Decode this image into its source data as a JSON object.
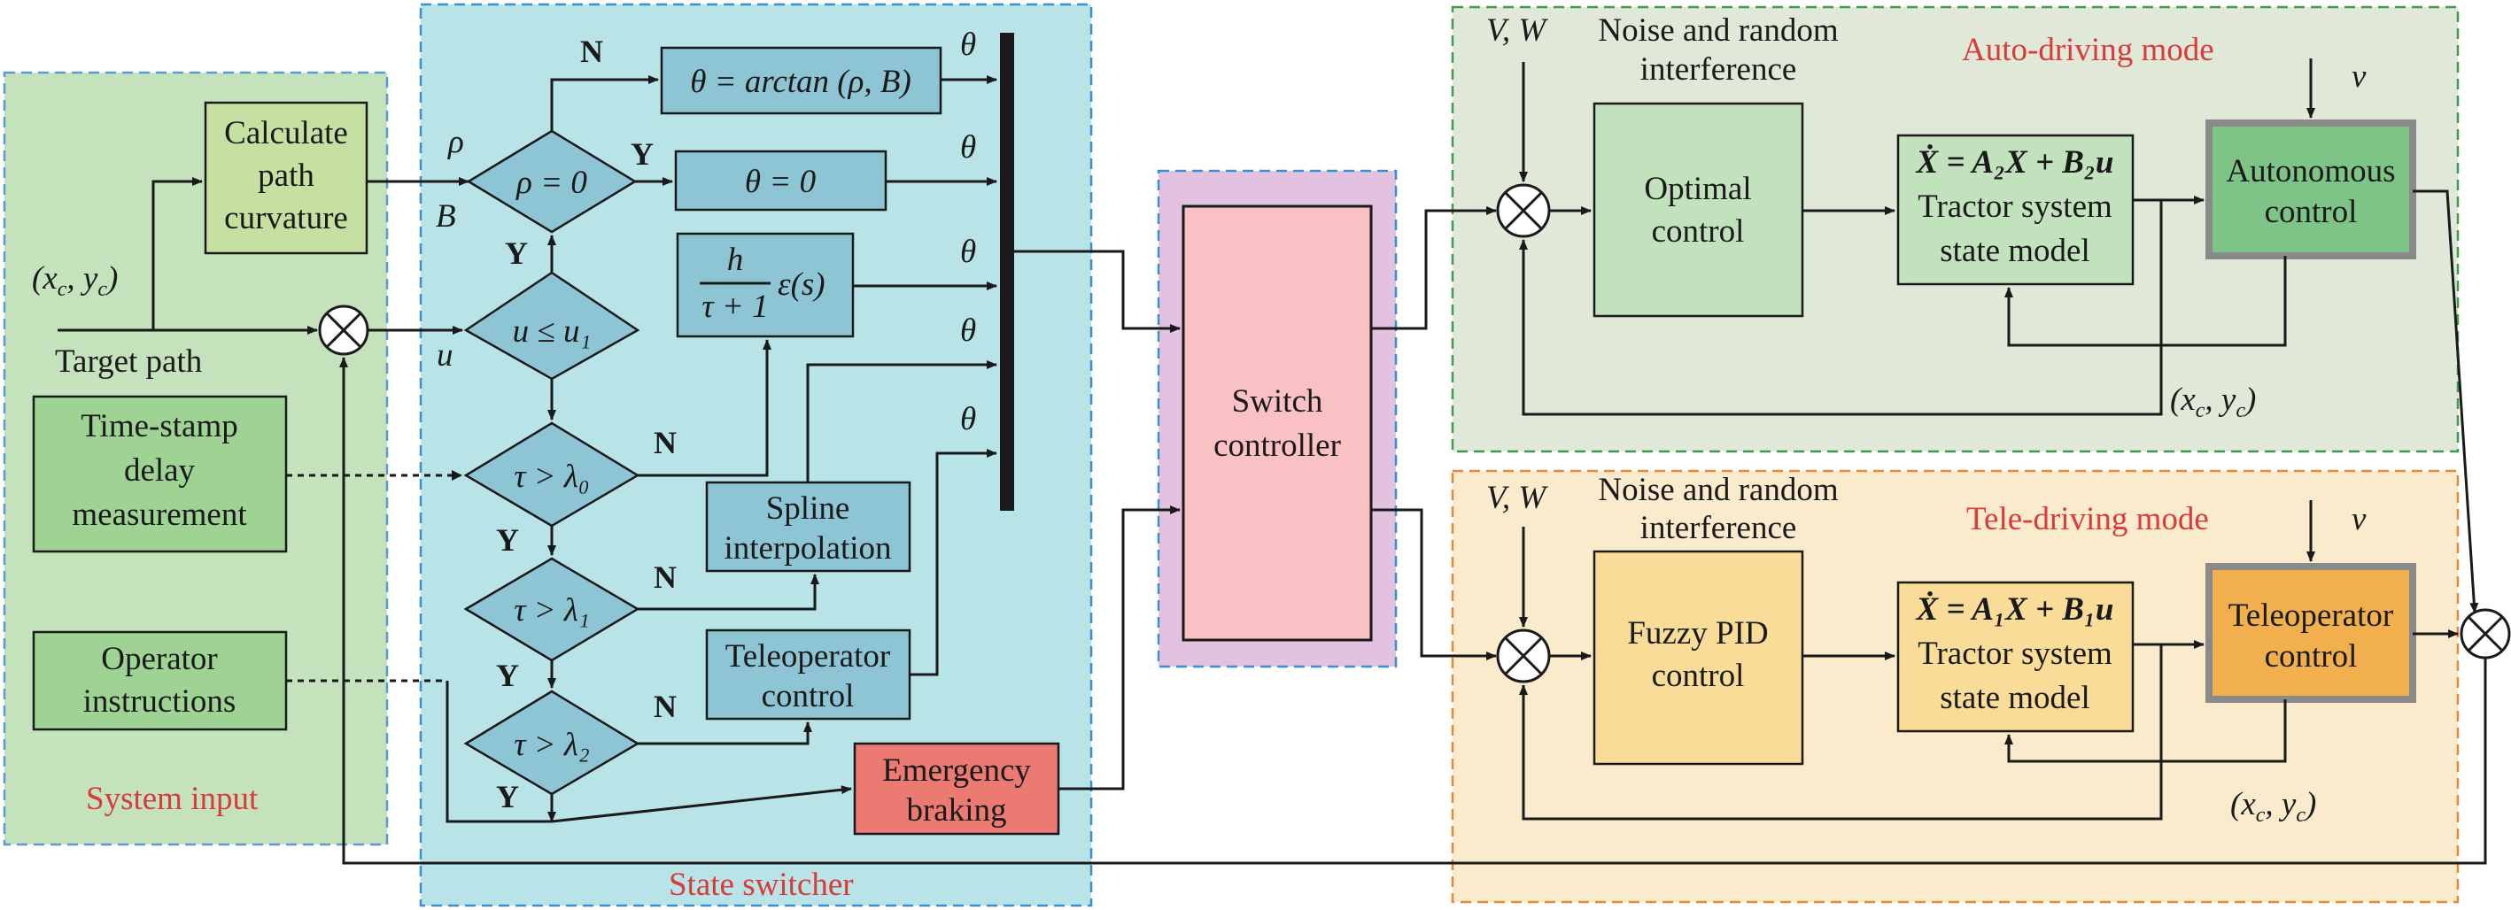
{
  "panels": {
    "system_input": "System input",
    "state_switcher": "State switcher",
    "auto_mode": "Auto-driving mode",
    "tele_mode": "Tele-driving mode"
  },
  "inputs": {
    "target_path": "Target path",
    "xcyc": "(x_c, y_c)",
    "rho": "ρ",
    "B": "B",
    "u": "u"
  },
  "blocks": {
    "calc_curvature": [
      "Calculate",
      "path",
      "curvature"
    ],
    "timestamp": [
      "Time-stamp",
      "delay",
      "measurement"
    ],
    "operator": [
      "Operator",
      "instructions"
    ],
    "arctan": "θ = arctan (ρ, B)",
    "theta_zero": "θ = 0",
    "tf_num": "h",
    "tf_den": "τ + 1",
    "tf_eps": "ε(s)",
    "spline": [
      "Spline",
      "interpolation"
    ],
    "teleop_ctrl": [
      "Teleoperator",
      "control"
    ],
    "emergency": [
      "Emergency",
      "braking"
    ],
    "switch": [
      "Switch",
      "controller"
    ],
    "optimal": [
      "Optimal",
      "control"
    ],
    "fuzzy": [
      "Fuzzy PID",
      "control"
    ],
    "model_auto": [
      "Ẋ = A₂X + B₂u",
      "Tractor system",
      "state model"
    ],
    "model_tele": [
      "Ẋ = A₁X + B₁u",
      "Tractor system",
      "state model"
    ],
    "autonomous": [
      "Autonomous",
      "control"
    ],
    "teleoperator": [
      "Teleoperator",
      "control"
    ]
  },
  "decisions": {
    "d_rho": "ρ = 0",
    "d_u": "u ≤ u₁",
    "d_l0": "τ > λ₀",
    "d_l1": "τ > λ₁",
    "d_l2": "τ > λ₂"
  },
  "labels": {
    "yes": "Y",
    "no": "N",
    "theta": "θ",
    "noise_auto": [
      "Noise and random",
      "interference"
    ],
    "noise_tele": [
      "Noise and random",
      "interference"
    ],
    "vw_auto": "V, W",
    "vw_tele": "V, W",
    "v_auto": "v",
    "v_tele": "v",
    "fb_auto": "(x_c, y_c)",
    "fb_tele": "(x_c, y_c)"
  },
  "colors": {
    "input_panel": "#c4e2bc",
    "switcher_panel": "#b8e3e7",
    "auto_panel": "#e0e8d8",
    "tele_panel": "#faebcc",
    "switch_outer": "#e3c2df",
    "switch_inner": "#f9c1c3",
    "green_block": "#9ed394",
    "curvature_block": "#c5e0a0",
    "blue_block": "#8ec5d5",
    "emergency": "#ea7a72",
    "optimal": "#c2e1bd",
    "fuzzy": "#f9dc98",
    "autonomous": "#7ec487",
    "teleoperator": "#f1b04d",
    "label_red": "#d93a3a"
  }
}
